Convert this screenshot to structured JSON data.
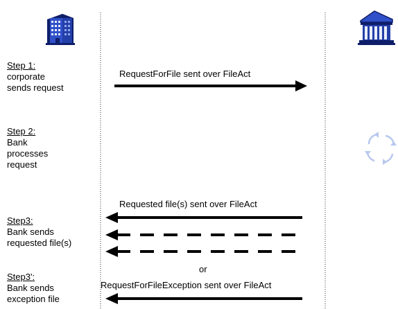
{
  "steps": [
    {
      "heading": "Step 1:",
      "lines": [
        "corporate",
        "sends request"
      ]
    },
    {
      "heading": "Step 2:",
      "lines": [
        "Bank",
        "processes",
        "request"
      ]
    },
    {
      "heading": "Step3:",
      "lines": [
        "Bank sends",
        "requested file(s)"
      ]
    },
    {
      "heading": "Step3':",
      "lines": [
        "Bank sends",
        "exception file"
      ]
    }
  ],
  "messages": {
    "request": "RequestForFile sent over FileAct",
    "requested_files": "Requested file(s) sent over FileAct",
    "or": "or",
    "exception": "RequestForFileException sent over FileAct"
  },
  "icons": {
    "corporate": "office-building-icon",
    "bank": "bank-building-icon",
    "processing": "refresh-cycle-icon"
  },
  "colors": {
    "building_blue": "#2f50c8",
    "building_dark": "#0f1e6a",
    "cycle_blue": "#b8c8ee"
  }
}
